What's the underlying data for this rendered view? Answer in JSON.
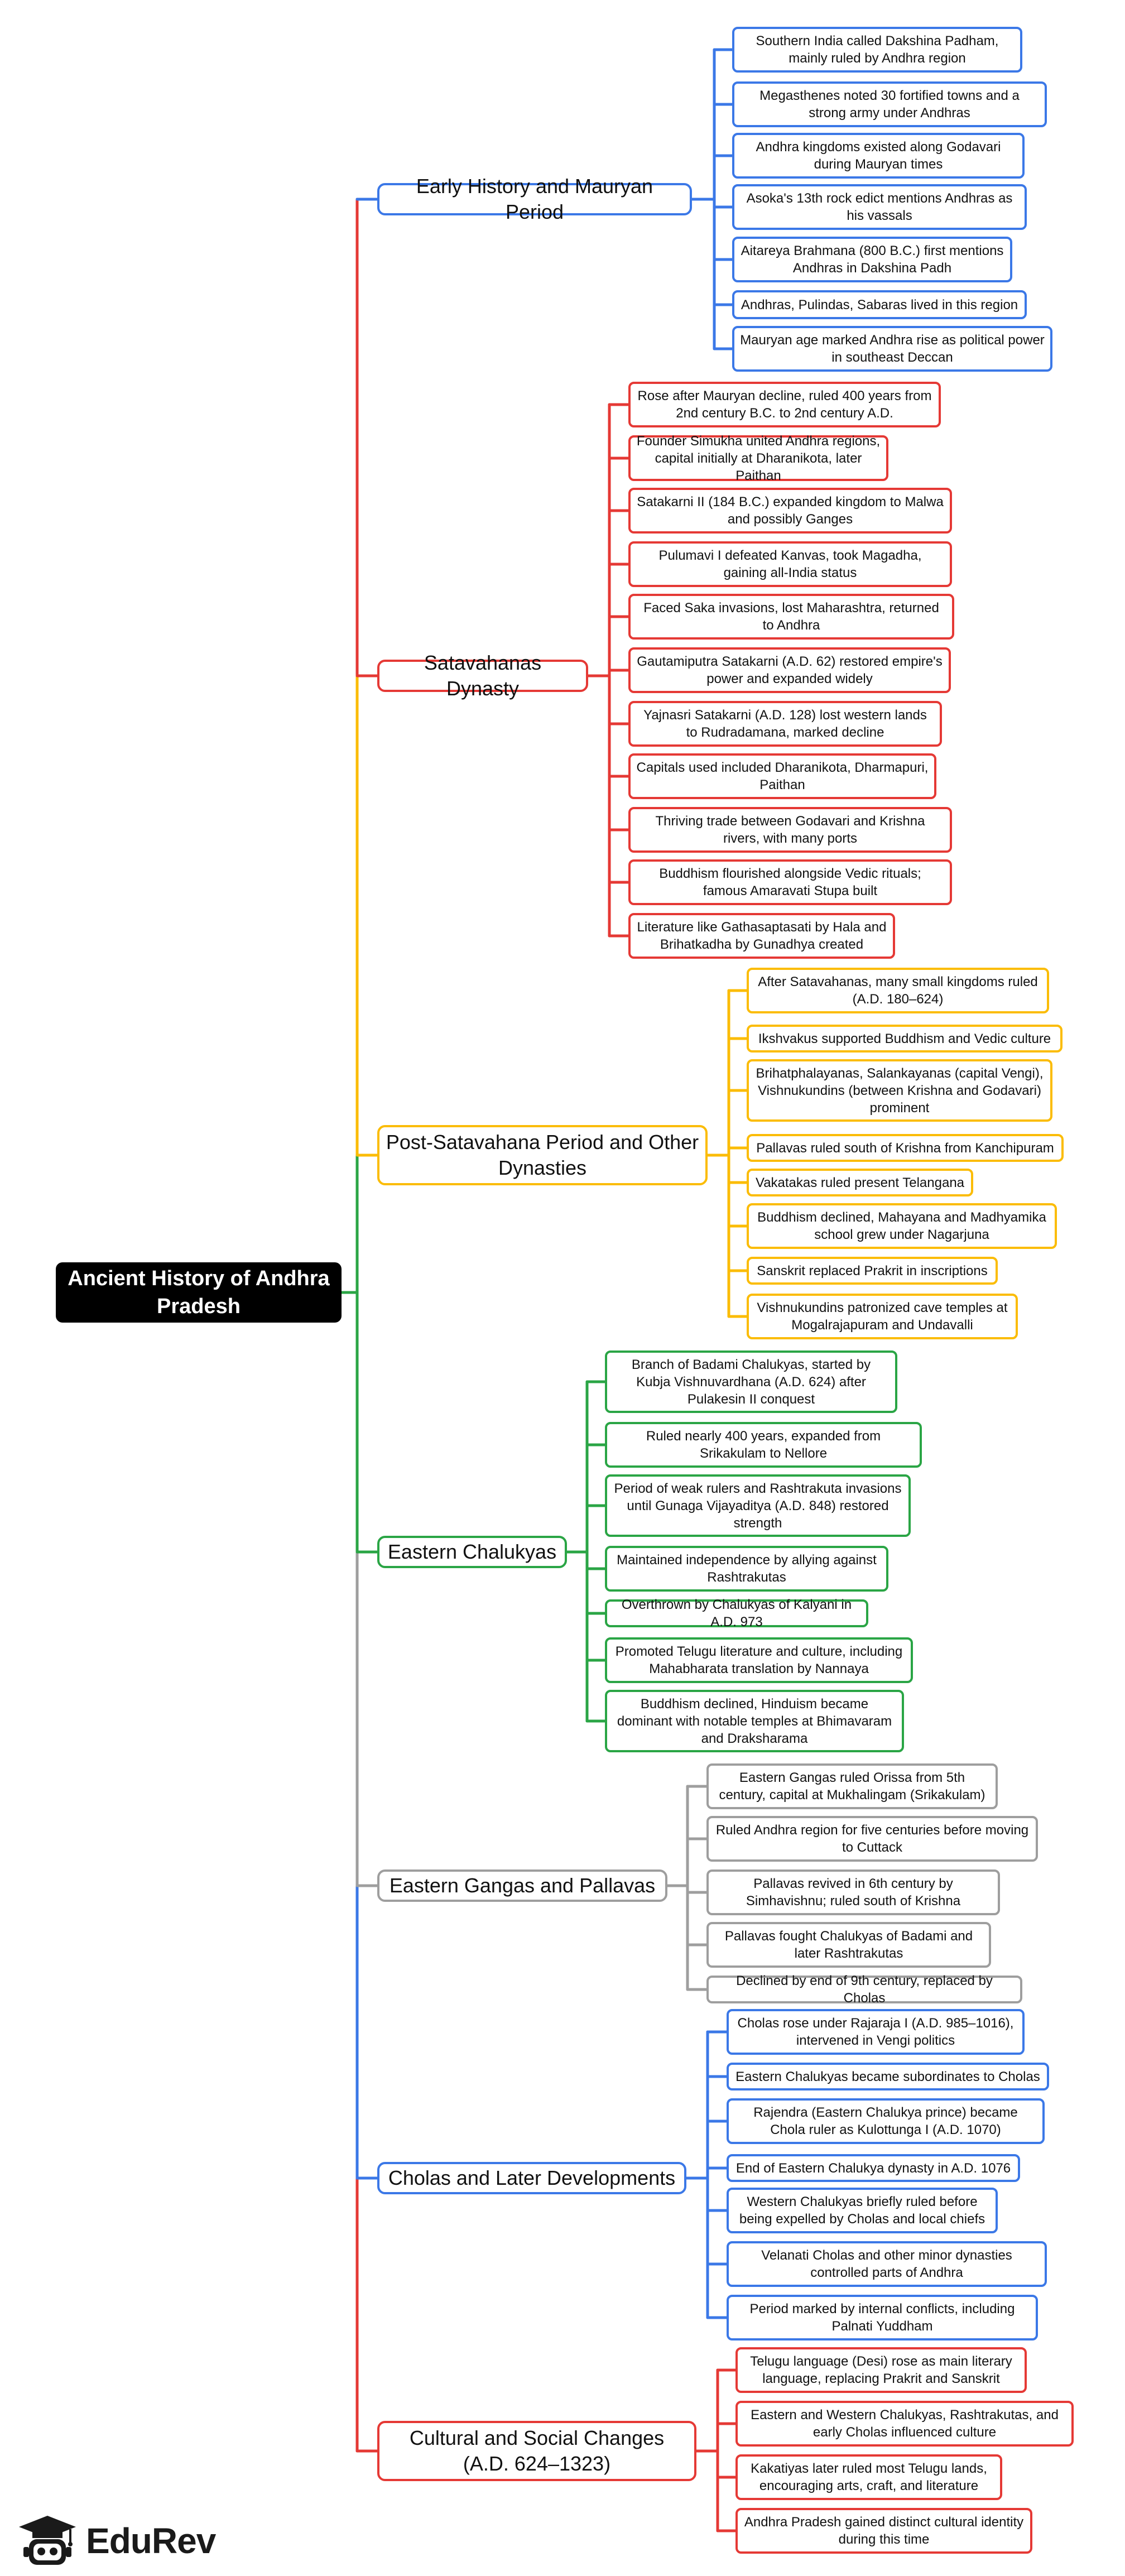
{
  "root": {
    "title": "Ancient History of Andhra Pradesh"
  },
  "colors": {
    "blue": "#3b78e7",
    "red": "#e53935",
    "yellow": "#fbbc05",
    "green": "#2aa545",
    "gray": "#9e9e9e"
  },
  "branches": [
    {
      "label": "Early History and Mauryan Period",
      "color": "blue",
      "items": [
        "Southern India called Dakshina Padham, mainly ruled by Andhra region",
        "Megasthenes noted 30 fortified towns and a strong army under Andhras",
        "Andhra kingdoms existed along Godavari during Mauryan times",
        "Asoka's 13th rock edict mentions Andhras as his vassals",
        "Aitareya Brahmana (800 B.C.) first mentions Andhras in Dakshina Padh",
        "Andhras, Pulindas, Sabaras lived in this region",
        "Mauryan age marked Andhra rise as political power in southeast Deccan"
      ]
    },
    {
      "label": "Satavahanas Dynasty",
      "color": "red",
      "items": [
        "Rose after Mauryan decline, ruled 400 years from 2nd century B.C. to 2nd century A.D.",
        "Founder Simukha united Andhra regions, capital initially at Dharanikota, later Paithan",
        "Satakarni II (184 B.C.) expanded kingdom to Malwa and possibly Ganges",
        "Pulumavi I defeated Kanvas, took Magadha, gaining all-India status",
        "Faced Saka invasions, lost Maharashtra, returned to Andhra",
        "Gautamiputra Satakarni (A.D. 62) restored empire's power and expanded widely",
        "Yajnasri Satakarni (A.D. 128) lost western lands to Rudradamana, marked decline",
        "Capitals used included Dharanikota, Dharmapuri, Paithan",
        "Thriving trade between Godavari and Krishna rivers, with many ports",
        "Buddhism flourished alongside Vedic rituals; famous Amaravati Stupa built",
        "Literature like Gathasaptasati by Hala and Brihatkadha by Gunadhya created"
      ]
    },
    {
      "label": "Post-Satavahana Period and Other Dynasties",
      "color": "yellow",
      "items": [
        "After Satavahanas, many small kingdoms ruled (A.D. 180–624)",
        "Ikshvakus supported Buddhism and Vedic culture",
        "Brihatphalayanas, Salankayanas (capital Vengi), Vishnukundins (between Krishna and Godavari) prominent",
        "Pallavas ruled south of Krishna from Kanchipuram",
        "Vakatakas ruled present Telangana",
        "Buddhism declined, Mahayana and Madhyamika school grew under Nagarjuna",
        "Sanskrit replaced Prakrit in inscriptions",
        "Vishnukundins patronized cave temples at Mogalrajapuram and Undavalli"
      ]
    },
    {
      "label": "Eastern Chalukyas",
      "color": "green",
      "items": [
        "Branch of Badami Chalukyas, started by Kubja Vishnuvardhana (A.D. 624) after Pulakesin II conquest",
        "Ruled nearly 400 years, expanded from Srikakulam to Nellore",
        "Period of weak rulers and Rashtrakuta invasions until Gunaga Vijayaditya (A.D. 848) restored strength",
        "Maintained independence by allying against Rashtrakutas",
        "Overthrown by Chalukyas of Kalyani in A.D. 973",
        "Promoted Telugu literature and culture, including Mahabharata translation by Nannaya",
        "Buddhism declined, Hinduism became dominant with notable temples at Bhimavaram and Draksharama"
      ]
    },
    {
      "label": "Eastern Gangas and Pallavas",
      "color": "gray",
      "items": [
        "Eastern Gangas ruled Orissa from 5th century, capital at Mukhalingam (Srikakulam)",
        "Ruled Andhra region for five centuries before moving to Cuttack",
        "Pallavas revived in 6th century by Simhavishnu; ruled south of Krishna",
        "Pallavas fought Chalukyas of Badami and later Rashtrakutas",
        "Declined by end of 9th century, replaced by Cholas"
      ]
    },
    {
      "label": "Cholas and Later Developments",
      "color": "blue",
      "items": [
        "Cholas rose under Rajaraja I (A.D. 985–1016), intervened in Vengi politics",
        "Eastern Chalukyas became subordinates to Cholas",
        "Rajendra (Eastern Chalukya prince) became Chola ruler as Kulottunga I (A.D. 1070)",
        "End of Eastern Chalukya dynasty in A.D. 1076",
        "Western Chalukyas briefly ruled before being expelled by Cholas and local chiefs",
        "Velanati Cholas and other minor dynasties controlled parts of Andhra",
        "Period marked by internal conflicts, including Palnati Yuddham"
      ]
    },
    {
      "label": "Cultural and Social Changes (A.D. 624–1323)",
      "color": "red",
      "items": [
        "Telugu language (Desi) rose as main literary language, replacing Prakrit and Sanskrit",
        "Eastern and Western Chalukyas, Rashtrakutas, and early Cholas influenced culture",
        "Kakatiyas later ruled most Telugu lands, encouraging arts, craft, and literature",
        "Andhra Pradesh gained distinct cultural identity during this time"
      ]
    }
  ],
  "logo": {
    "text": "EduRev",
    "icon": "graduation-cap-robot-icon"
  }
}
